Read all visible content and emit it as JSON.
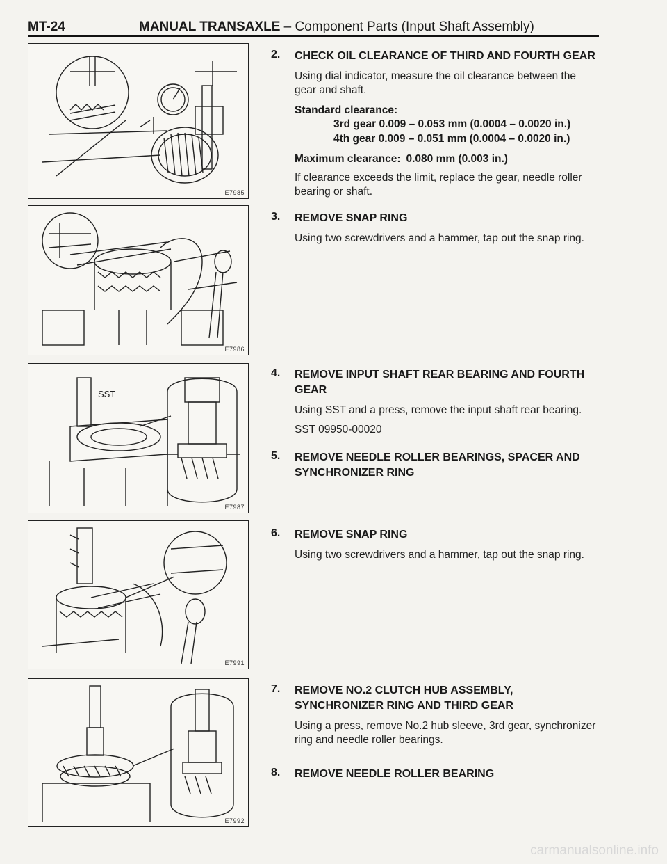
{
  "header": {
    "page_number": "MT-24",
    "title_main": "MANUAL TRANSAXLE",
    "title_sub": "– Component Parts (Input Shaft Assembly)"
  },
  "figures": [
    {
      "code": "E7985"
    },
    {
      "code": "E7986"
    },
    {
      "code": "E7987",
      "label": "SST"
    },
    {
      "code": "E7991"
    },
    {
      "code": "E7992"
    }
  ],
  "steps": [
    {
      "num": "2.",
      "heading": "CHECK OIL CLEARANCE OF THIRD AND FOURTH GEAR",
      "body": "Using dial indicator, measure the oil clearance between the gear and shaft.",
      "std_label": "Standard clearance:",
      "spec1": "3rd gear 0.009 – 0.053 mm (0.0004 – 0.0020 in.)",
      "spec2": "4th gear 0.009 – 0.051 mm (0.0004 – 0.0020 in.)",
      "max_label": "Maximum clearance:",
      "max_value": "0.080 mm (0.003 in.)",
      "note": "If clearance exceeds the limit, replace the gear, needle roller bearing or shaft."
    },
    {
      "num": "3.",
      "heading": "REMOVE SNAP RING",
      "body": "Using two screwdrivers and a hammer, tap out the snap ring."
    },
    {
      "num": "4.",
      "heading": "REMOVE INPUT SHAFT REAR BEARING AND FOURTH GEAR",
      "body": "Using SST and a press, remove the input shaft rear bearing.",
      "sst": "SST 09950-00020"
    },
    {
      "num": "5.",
      "heading": "REMOVE NEEDLE ROLLER BEARINGS, SPACER AND SYNCHRONIZER RING"
    },
    {
      "num": "6.",
      "heading": "REMOVE SNAP RING",
      "body": "Using two screwdrivers and a hammer, tap out the snap ring."
    },
    {
      "num": "7.",
      "heading": "REMOVE NO.2 CLUTCH HUB ASSEMBLY, SYNCHRONIZER RING AND THIRD GEAR",
      "body": "Using a press, remove No.2 hub sleeve, 3rd gear, synchronizer ring and needle roller bearings."
    },
    {
      "num": "8.",
      "heading": "REMOVE NEEDLE ROLLER BEARING"
    }
  ],
  "footer": {
    "watermark": "carmanualsonline.info"
  }
}
